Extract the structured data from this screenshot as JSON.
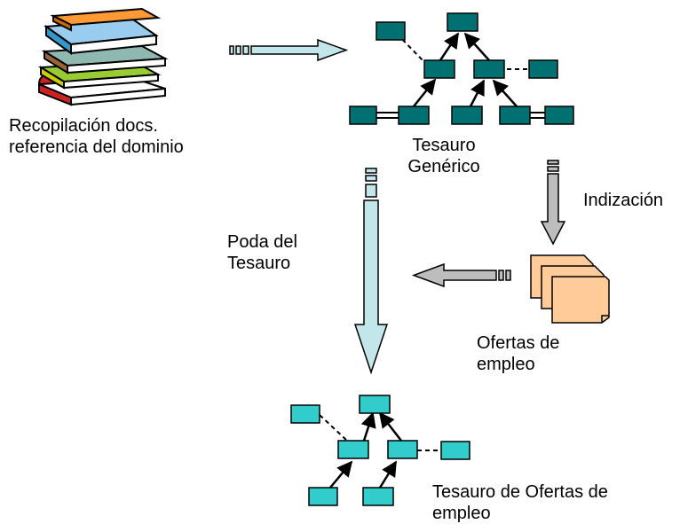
{
  "labels": {
    "source_docs": "Recopilación docs.\nreferencia del dominio",
    "generic_thesaurus": "Tesauro\nGenérico",
    "indexing": "Indización",
    "pruning": "Poda del\nTesauro",
    "job_offers": "Ofertas de\nempleo",
    "offers_thesaurus": "Tesauro de Ofertas de\nempleo"
  },
  "colors": {
    "generic_node": "#007070",
    "offers_node": "#33cccc",
    "arrow_fill_light": "#c2e6ea",
    "arrow_fill_gray": "#bdbdbd",
    "documents": "#ffcc99",
    "stroke": "#000000"
  },
  "icons": [
    "book-stack-icon",
    "document-stack-icon"
  ]
}
